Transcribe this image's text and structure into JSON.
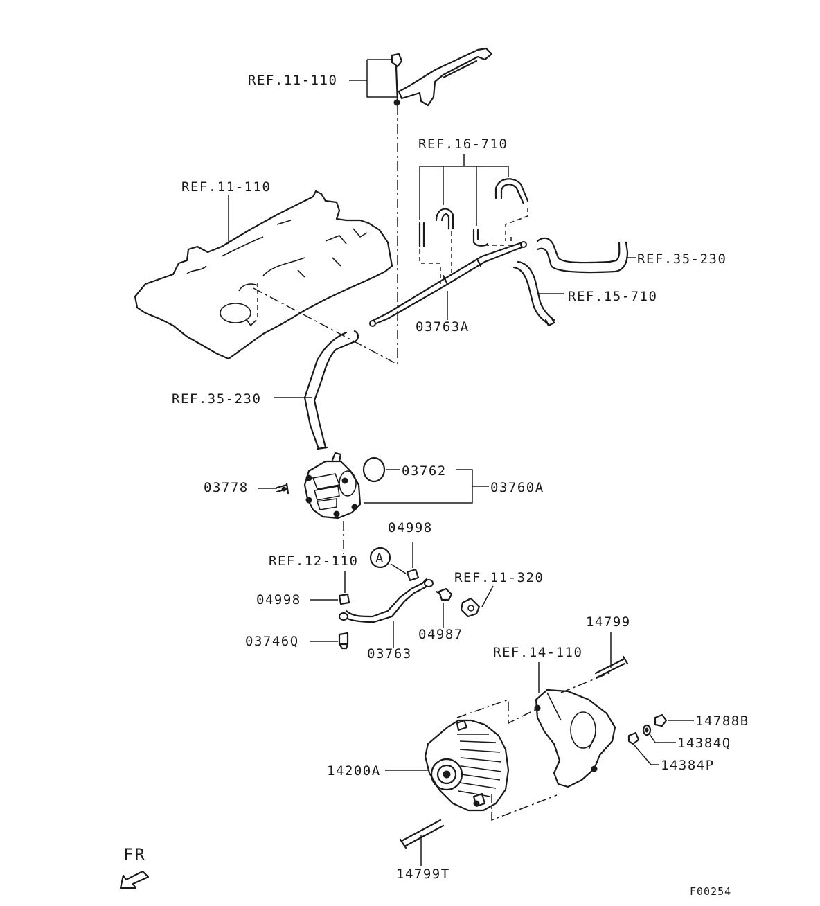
{
  "labels": {
    "ref_11_110_top": "REF.11-110",
    "ref_16_710": "REF.16-710",
    "ref_11_110_cover": "REF.11-110",
    "ref_35_230_right": "REF.35-230",
    "ref_15_710": "REF.15-710",
    "part_03763a": "03763A",
    "ref_35_230_left": "REF.35-230",
    "part_03778": "03778",
    "part_03762": "03762",
    "part_03760a": "03760A",
    "part_04998_top": "04998",
    "callout_a": "A",
    "ref_12_110": "REF.12-110",
    "ref_11_320": "REF.11-320",
    "part_04998_left": "04998",
    "part_04987": "04987",
    "part_03746q": "03746Q",
    "part_03763": "03763",
    "part_14799": "14799",
    "ref_14_110": "REF.14-110",
    "part_14788b": "14788B",
    "part_14384q": "14384Q",
    "part_14384p": "14384P",
    "part_14200a": "14200A",
    "part_14799t": "14799T",
    "direction_fr": "FR",
    "figure_code": "F00254"
  }
}
